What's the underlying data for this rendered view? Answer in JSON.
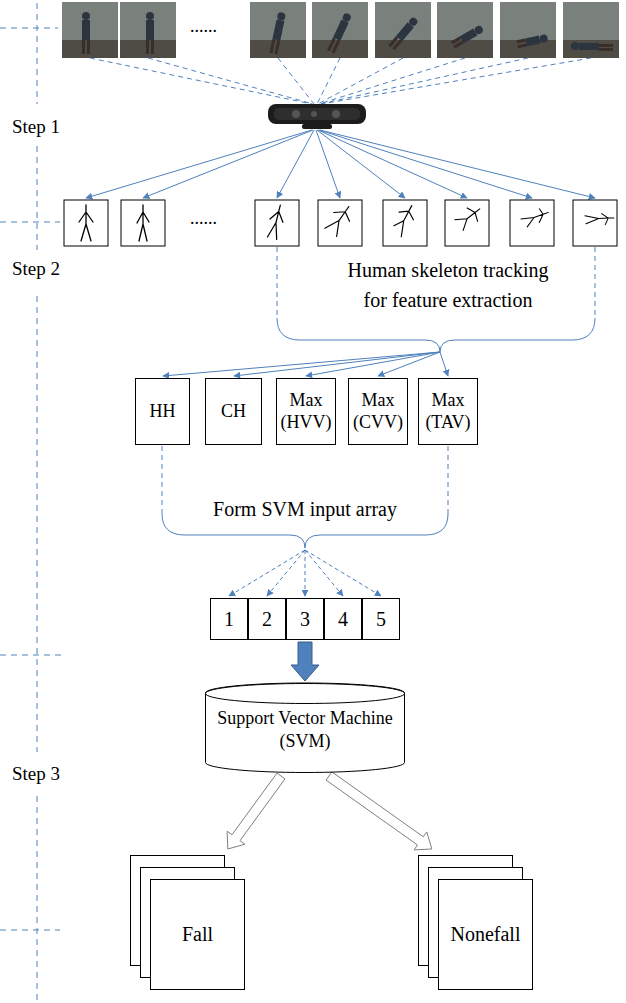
{
  "diagram": {
    "nodes": [
      {
        "text": [
          "HH"
        ]
      },
      {
        "text": [
          "CH"
        ]
      },
      {
        "text": [
          "Max (HVV)"
        ]
      },
      {
        "text": [
          "Max (CVV)"
        ]
      },
      {
        "text": [
          "Max (TAV)"
        ]
      },
      {
        "text": [
          "1"
        ]
      },
      {
        "text": [
          "2"
        ]
      },
      {
        "text": [
          "3"
        ]
      },
      {
        "text": [
          "4"
        ]
      },
      {
        "text": [
          "5"
        ]
      },
      {
        "text": [
          "Support Vector Machine (SVM)"
        ]
      },
      {
        "text": [
          "Fall"
        ]
      },
      {
        "text": [
          "Nonefall"
        ]
      }
    ],
    "edges": [
      {
        "from": 7,
        "to": 10,
        "arrow": "to"
      },
      {
        "from": 10,
        "to": 11,
        "arrow": "to"
      },
      {
        "from": 10,
        "to": 12,
        "arrow": "to"
      }
    ],
    "labels": [
      "Step 1",
      "Step 2",
      "Step 3",
      "......",
      "......",
      "Human skeleton tracking for feature extraction",
      "Form SVM input array"
    ]
  }
}
